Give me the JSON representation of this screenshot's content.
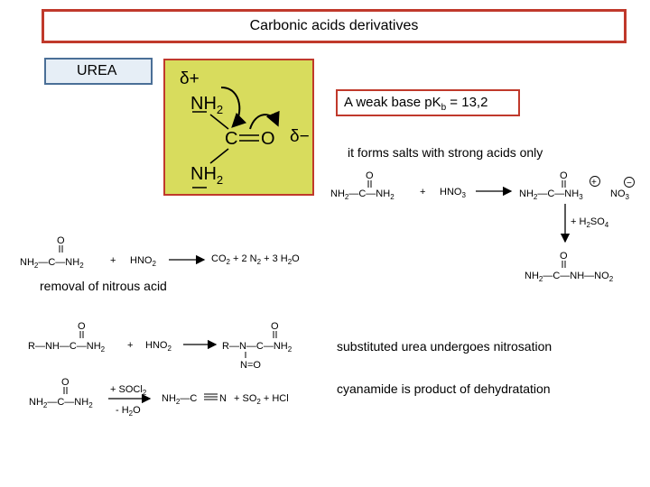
{
  "title": "Carbonic acids derivatives",
  "urea_label": "UREA",
  "base_note": "A weak base  pK",
  "base_sub": "b",
  "base_value": " = 13,2",
  "salts_note": "it forms salts with strong acids only",
  "nitrous_note": "removal of nitrous acid",
  "nitrosation_note": "substituted urea undergoes nitrosation",
  "dehydration_note": "cyanamide is product of dehydratation",
  "colors": {
    "accent": "#c0392b",
    "urea_fill": "#d8dc5d",
    "urea_label_bg": "#e6eef6"
  }
}
